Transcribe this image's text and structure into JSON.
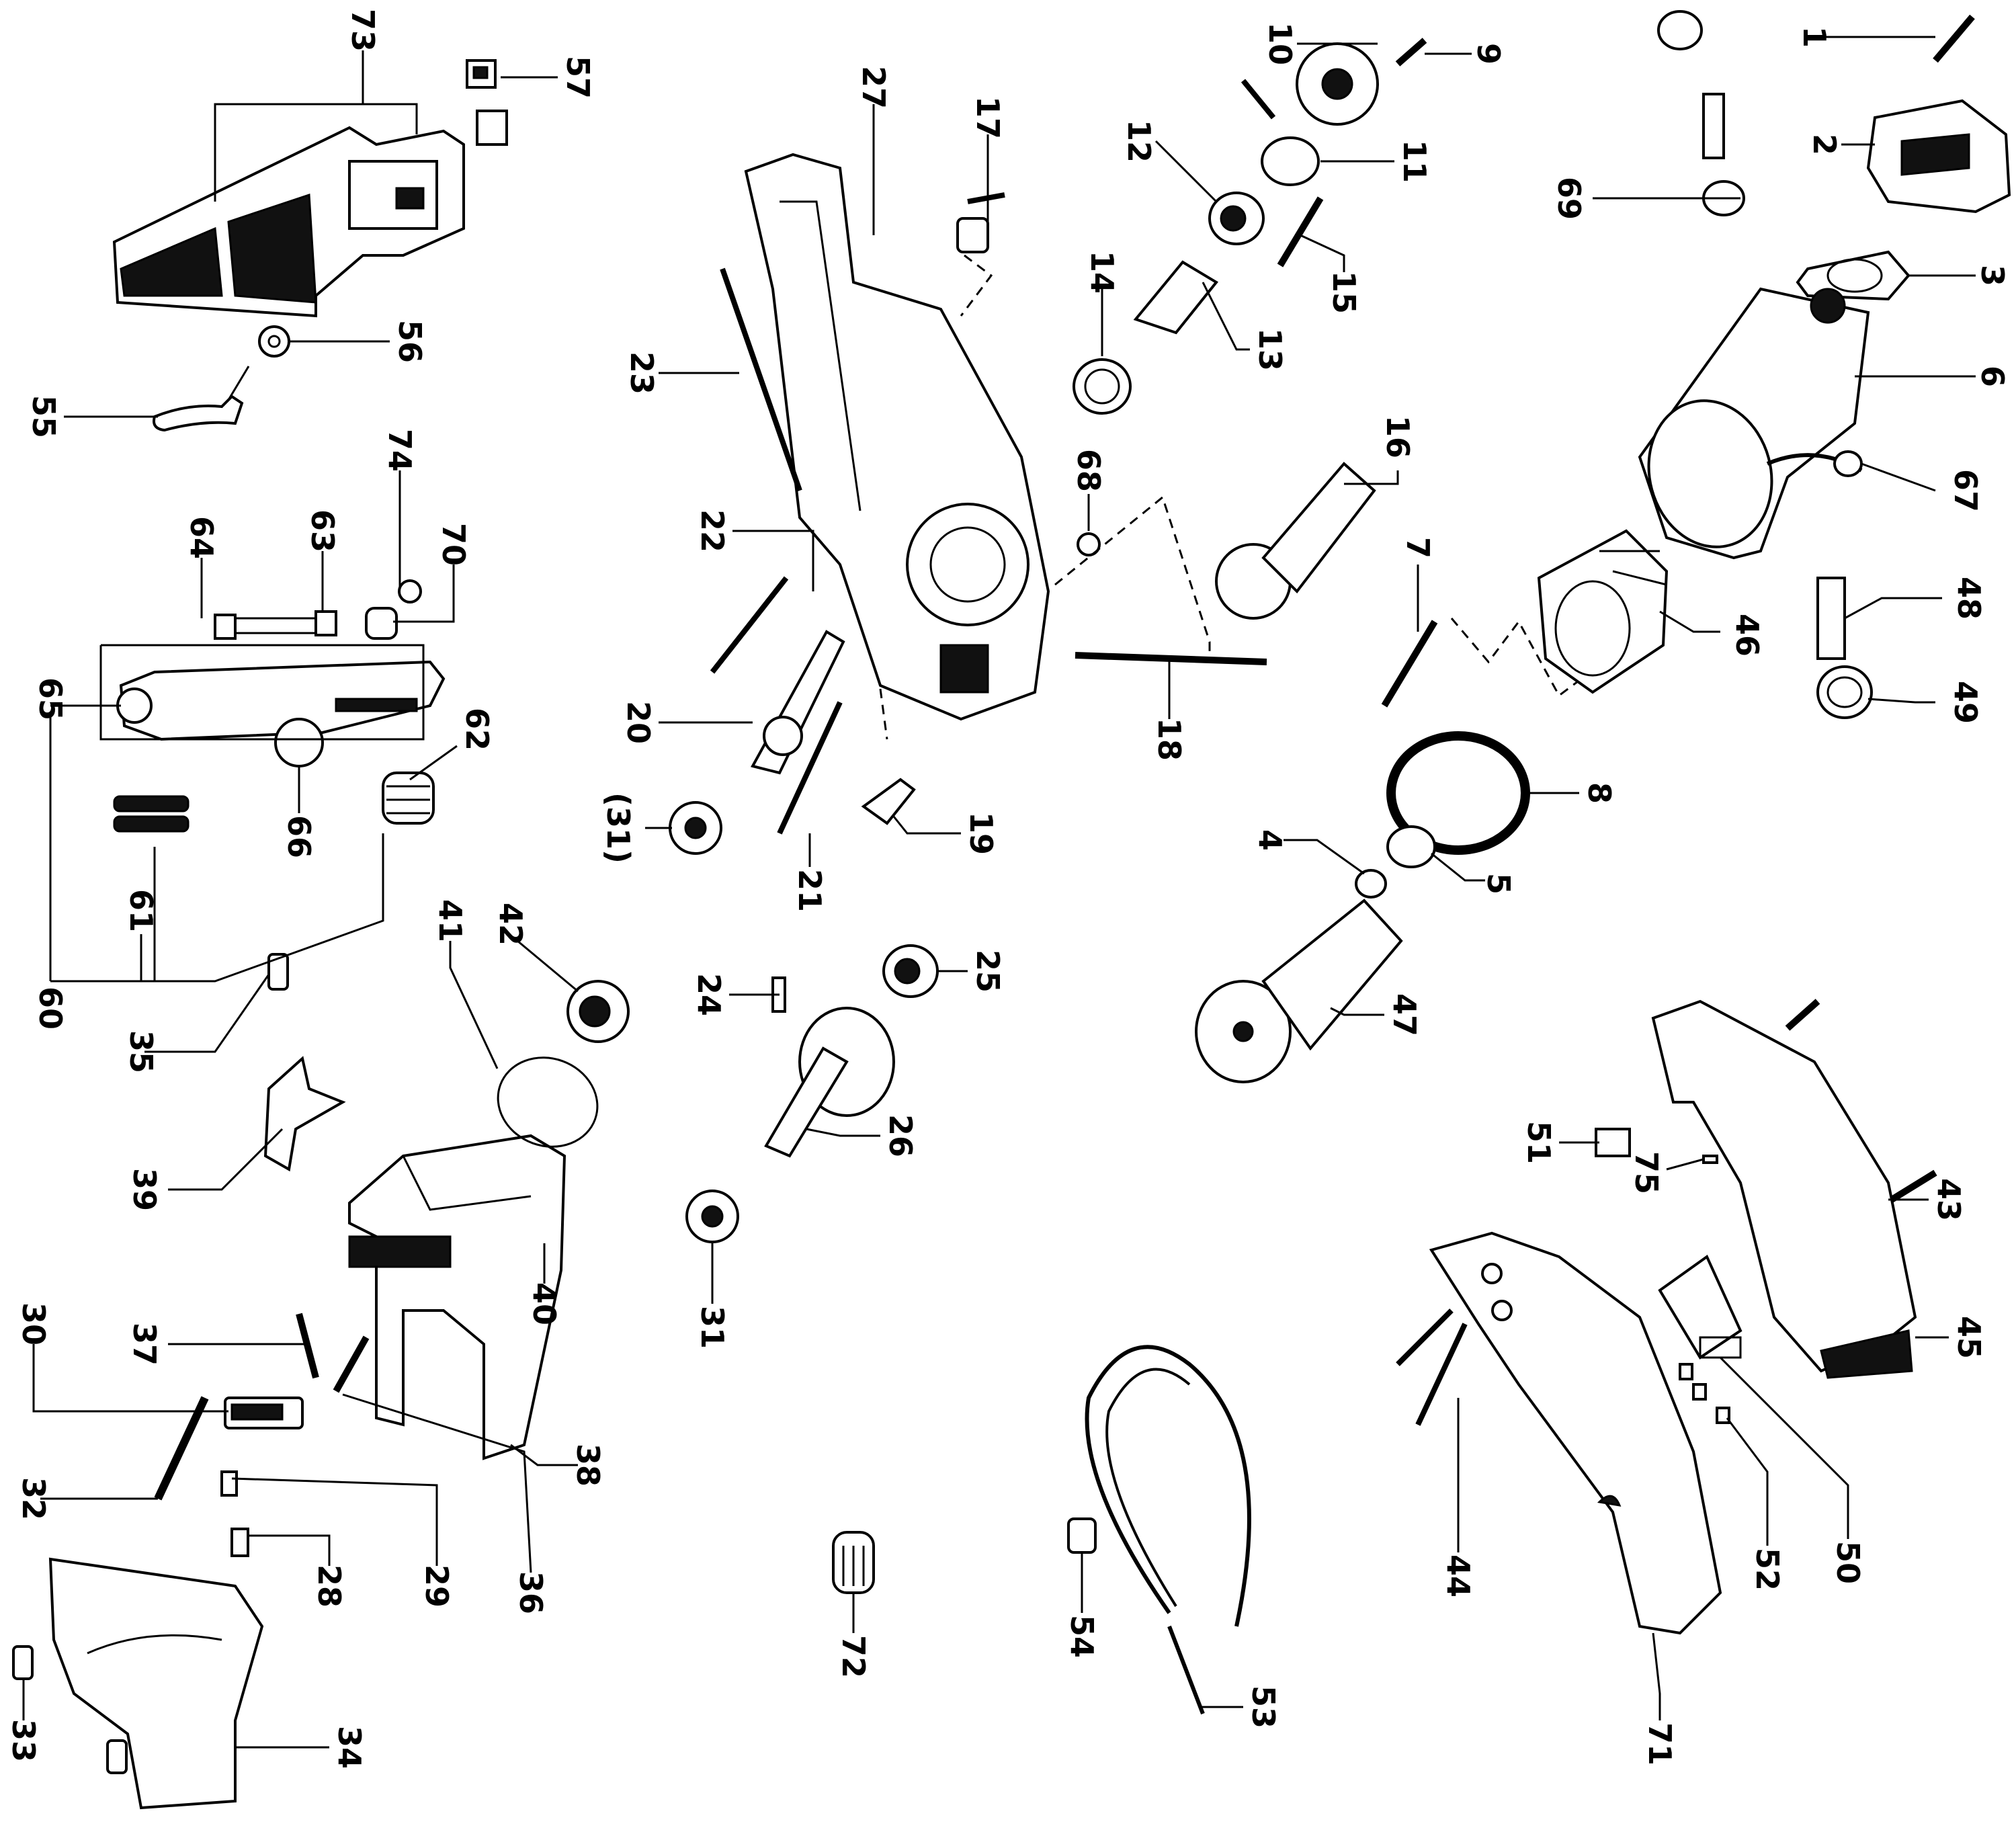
{
  "labels": {
    "l1": "1",
    "l2": "2",
    "l3": "3",
    "l4": "4",
    "l5": "5",
    "l6": "6",
    "l7": "7",
    "l8": "8",
    "l9": "9",
    "l10": "10",
    "l11": "11",
    "l12": "12",
    "l13": "13",
    "l14": "14",
    "l15": "15",
    "l16": "16",
    "l17": "17",
    "l18": "18",
    "l19": "19",
    "l20": "20",
    "l21": "21",
    "l22": "22",
    "l23": "23",
    "l24": "24",
    "l25": "25",
    "l26": "26",
    "l27": "27",
    "l28": "28",
    "l29": "29",
    "l30": "30",
    "l31": "31",
    "l31b": "(31)",
    "l32": "32",
    "l33": "33",
    "l34": "34",
    "l35": "35",
    "l36": "36",
    "l37": "37",
    "l38": "38",
    "l39": "39",
    "l40": "40",
    "l41": "41",
    "l42": "42",
    "l43": "43",
    "l44": "44",
    "l45": "45",
    "l46": "46",
    "l47": "47",
    "l48": "48",
    "l49": "49",
    "l50": "50",
    "l51": "51",
    "l52": "52",
    "l53": "53",
    "l54": "54",
    "l55": "55",
    "l56": "56",
    "l57": "57",
    "l60": "60",
    "l61": "61",
    "l62": "62",
    "l63": "63",
    "l64": "64",
    "l65": "65",
    "l66": "66",
    "l67": "67",
    "l68": "68",
    "l69": "69",
    "l70": "70",
    "l71": "71",
    "l72": "72",
    "l73": "73",
    "l74": "74",
    "l75": "75"
  }
}
